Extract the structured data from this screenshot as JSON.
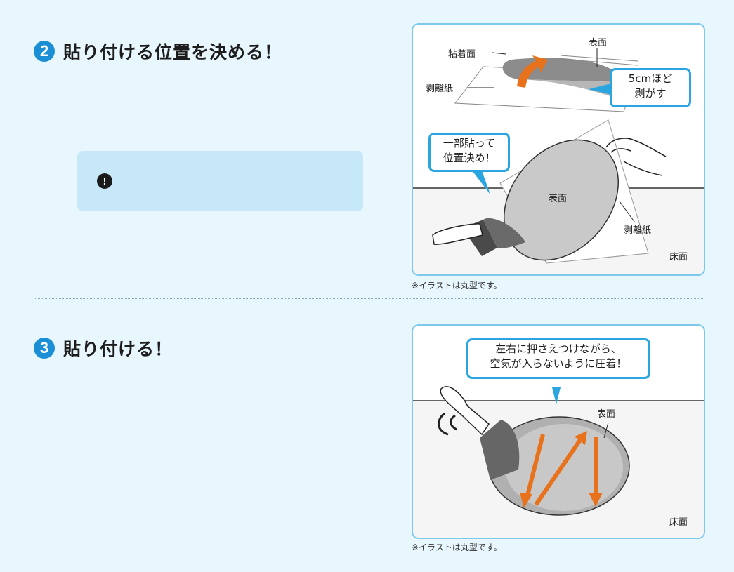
{
  "step2": {
    "number": "2",
    "title": "貼り付ける位置を決める！",
    "note_icon": "!",
    "illustration": {
      "label_adhesive": "粘着面",
      "label_surface_top": "表面",
      "label_release_top": "剥離紙",
      "bubble_peel_line1": "5cmほど",
      "bubble_peel_line2": "剥がす",
      "bubble_position_line1": "一部貼って",
      "bubble_position_line2": "位置決め！",
      "label_surface_mid": "表面",
      "label_release_bottom": "剥離紙",
      "label_floor": "床面"
    },
    "caption": "※イラストは丸型です。"
  },
  "step3": {
    "number": "3",
    "title": "貼り付ける！",
    "illustration": {
      "bubble_line1": "左右に押さえつけながら、",
      "bubble_line2": "空気が入らないように圧着！",
      "label_surface": "表面",
      "label_floor": "床面"
    },
    "caption": "※イラストは丸型です。"
  },
  "colors": {
    "accent_blue": "#1a8fd6",
    "bubble_border": "#2aa5e0",
    "arrow_orange": "#e8721c",
    "background": "#e8f6fd"
  },
  "icons": [
    "warning-exclamation-icon",
    "scraper-tool-icon",
    "orange-arrow-icon",
    "motion-lines-icon"
  ]
}
